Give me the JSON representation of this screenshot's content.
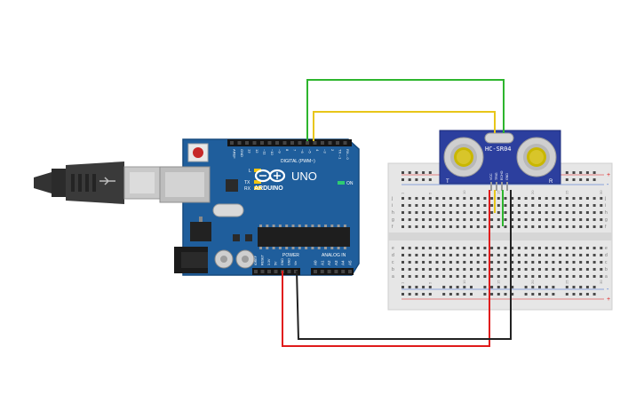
{
  "arduino": {
    "brand": "ARDUINO",
    "model": "UNO",
    "digital_header": "DIGITAL (PWM~)",
    "power_header": "POWER",
    "analog_header": "ANALOG IN",
    "on_label": "ON",
    "tx_label": "TX",
    "rx_label": "RX",
    "l_label": "L",
    "pins_top": [
      "AREF",
      "GND",
      "13",
      "12",
      "~11",
      "~10",
      "~9",
      "8",
      "7",
      "~6",
      "~5",
      "4",
      "~3",
      "2",
      "TX→1",
      "RX←0"
    ],
    "pins_power": [
      "IOREF",
      "RESET",
      "3.3V",
      "5V",
      "GND",
      "GND",
      "Vin"
    ],
    "pins_analog": [
      "A0",
      "A1",
      "A2",
      "A3",
      "A4",
      "A5"
    ]
  },
  "sensor": {
    "name": "HC-SR04",
    "left_mark": "T",
    "right_mark": "R",
    "pins": [
      "VCC",
      "TRIG",
      "ECHO",
      "GND"
    ]
  },
  "breadboard": {
    "row_letters_top": [
      "j",
      "i",
      "h",
      "g",
      "f"
    ],
    "row_letters_bottom": [
      "e",
      "d",
      "c",
      "b",
      "a"
    ],
    "plus": "+",
    "minus": "-",
    "column_numbers": [
      "1",
      "5",
      "10",
      "15",
      "20",
      "25",
      "30"
    ]
  },
  "colors": {
    "board": "#1f5e9c",
    "board_edge": "#164a7e",
    "wire_green": "#2db52d",
    "wire_yellow": "#e8c619",
    "wire_red": "#e01b1b",
    "wire_black": "#222222",
    "breadboard": "#e6e6e6"
  }
}
